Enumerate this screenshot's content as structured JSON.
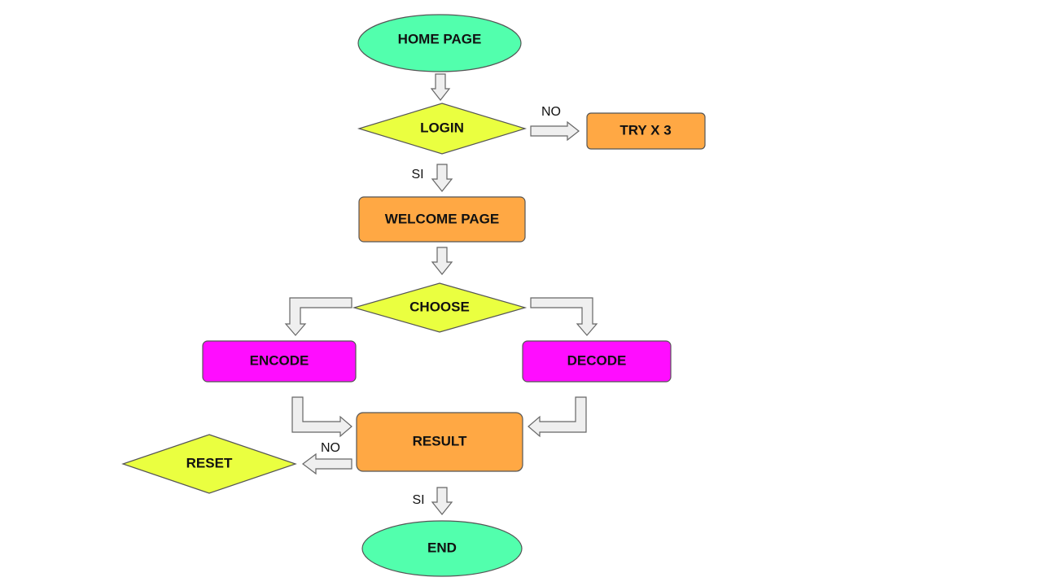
{
  "colors": {
    "terminal": "#52ffad",
    "decision": "#eaff40",
    "process": "#ffa844",
    "operation": "#ff0dff",
    "arrow_fill": "#efefef"
  },
  "nodes": {
    "home_page": "HOME PAGE",
    "login": "LOGIN",
    "try": "TRY X 3",
    "welcome_page": "WELCOME PAGE",
    "choose": "CHOOSE",
    "encode": "ENCODE",
    "decode": "DECODE",
    "result": "RESULT",
    "reset": "RESET",
    "end": "END"
  },
  "edges": {
    "login_no": "NO",
    "login_si": "SI",
    "result_no": "NO",
    "result_si": "SI"
  }
}
